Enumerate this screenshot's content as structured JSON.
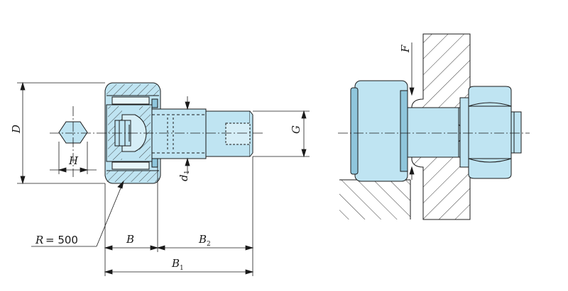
{
  "colors": {
    "part_fill": "#bfe4f2",
    "part_dark": "#8fc6dc",
    "outline": "#1a1a1a",
    "hatch": "#222222"
  },
  "labels": {
    "D": "D",
    "H": "H",
    "d": "d",
    "d_sub": "1",
    "G": "G",
    "R_var": "R",
    "R_value": "= 500",
    "B": "B",
    "B2": "B",
    "B2_sub": "2",
    "B1": "B",
    "B1_sub": "1",
    "F": "F"
  }
}
